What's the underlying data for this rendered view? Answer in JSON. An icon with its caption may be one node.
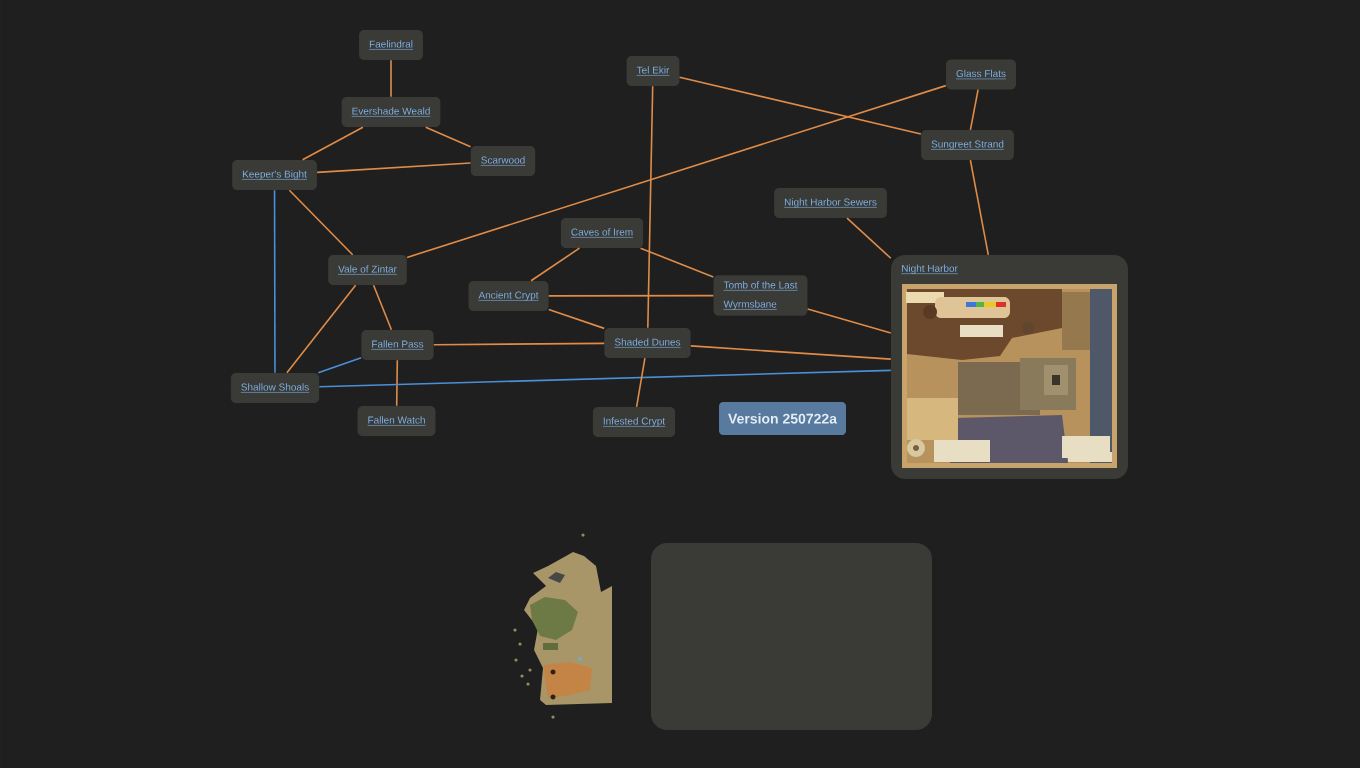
{
  "diagram": {
    "nodes": [
      {
        "text": [
          "Faelindral"
        ]
      },
      {
        "text": [
          "Evershade Weald"
        ]
      },
      {
        "text": [
          "Scarwood"
        ]
      },
      {
        "text": [
          "Keeper's Bight"
        ]
      },
      {
        "text": [
          "Vale of Zintar"
        ]
      },
      {
        "text": [
          "Fallen Pass"
        ]
      },
      {
        "text": [
          "Shallow Shoals"
        ]
      },
      {
        "text": [
          "Fallen Watch"
        ]
      },
      {
        "text": [
          "Tel Ekir"
        ]
      },
      {
        "text": [
          "Caves of Irem"
        ]
      },
      {
        "text": [
          "Ancient Crypt"
        ]
      },
      {
        "text": [
          "Tomb of the Last Wyrmsbane"
        ]
      },
      {
        "text": [
          "Shaded Dunes"
        ]
      },
      {
        "text": [
          "Infested Crypt"
        ]
      },
      {
        "text": [
          "Glass Flats"
        ]
      },
      {
        "text": [
          "Sungreet Strand"
        ]
      },
      {
        "text": [
          "Night Harbor Sewers"
        ]
      },
      {
        "text": [
          "Night Harbor"
        ]
      },
      {
        "text": [
          "Version 250722a"
        ]
      },
      {
        "text": [],
        "shape": "box"
      }
    ],
    "edges": [
      {
        "from": 0,
        "to": 1,
        "arrow": "none"
      },
      {
        "from": 1,
        "to": 3,
        "arrow": "none"
      },
      {
        "from": 1,
        "to": 2,
        "arrow": "none"
      },
      {
        "from": 3,
        "to": 2,
        "arrow": "none"
      },
      {
        "from": 3,
        "to": 4,
        "arrow": "none"
      },
      {
        "from": 3,
        "to": 6,
        "arrow": "none",
        "color": "#4a90d9"
      },
      {
        "from": 4,
        "to": 14,
        "arrow": "none"
      },
      {
        "from": 4,
        "to": 6,
        "arrow": "none"
      },
      {
        "from": 4,
        "to": 5,
        "arrow": "none"
      },
      {
        "from": 5,
        "to": 6,
        "arrow": "none",
        "color": "#4a90d9"
      },
      {
        "from": 5,
        "to": 7,
        "arrow": "none"
      },
      {
        "from": 5,
        "to": 12,
        "arrow": "none"
      },
      {
        "from": 6,
        "to": 17,
        "arrow": "none",
        "color": "#4a90d9"
      },
      {
        "from": 8,
        "to": 15,
        "arrow": "none"
      },
      {
        "from": 8,
        "to": 12,
        "arrow": "none"
      },
      {
        "from": 9,
        "to": 10,
        "arrow": "none"
      },
      {
        "from": 9,
        "to": 11,
        "arrow": "none"
      },
      {
        "from": 10,
        "to": 11,
        "arrow": "none"
      },
      {
        "from": 10,
        "to": 12,
        "arrow": "none"
      },
      {
        "from": 12,
        "to": 13,
        "arrow": "none"
      },
      {
        "from": 12,
        "to": 17,
        "arrow": "none"
      },
      {
        "from": 11,
        "to": 17,
        "arrow": "none"
      },
      {
        "from": 14,
        "to": 15,
        "arrow": "none"
      },
      {
        "from": 15,
        "to": 17,
        "arrow": "none"
      },
      {
        "from": 16,
        "to": 17,
        "arrow": "none"
      }
    ]
  }
}
